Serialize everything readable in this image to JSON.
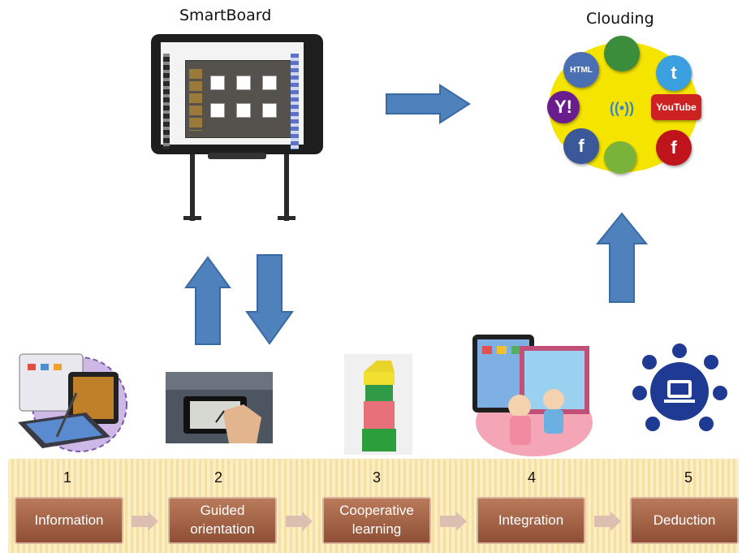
{
  "titles": {
    "smartboard": "SmartBoard",
    "clouding": "Clouding"
  },
  "cloud_icons": [
    {
      "name": "document-icon",
      "text": "HTML",
      "color": "#4a6fb3"
    },
    {
      "name": "chrome-icon",
      "text": "",
      "color": "#3b8d3b"
    },
    {
      "name": "twitter-icon",
      "text": "t",
      "color": "#3aa0e0"
    },
    {
      "name": "yahoo-icon",
      "text": "Y!",
      "color": "#6b1d8e"
    },
    {
      "name": "wireless-icon",
      "text": "((•))",
      "color": "#3b86c8"
    },
    {
      "name": "youtube-icon",
      "text": "YouTube",
      "color": "#cc2222"
    },
    {
      "name": "facebook-icon",
      "text": "f",
      "color": "#3b5998"
    },
    {
      "name": "android-icon",
      "text": "",
      "color": "#7ab33a"
    },
    {
      "name": "flash-icon",
      "text": "f",
      "color": "#c0141c"
    }
  ],
  "steps": [
    {
      "num": "1",
      "label": "Information"
    },
    {
      "num": "2",
      "label": "Guided orientation"
    },
    {
      "num": "3",
      "label": "Cooperative learning"
    },
    {
      "num": "4",
      "label": "Integration"
    },
    {
      "num": "5",
      "label": "Deduction"
    }
  ],
  "colors": {
    "arrow": "#4f81bd",
    "arrow_border": "#3a6aa3",
    "step_box": "#a36548",
    "chevron": "#dcbfb0"
  }
}
